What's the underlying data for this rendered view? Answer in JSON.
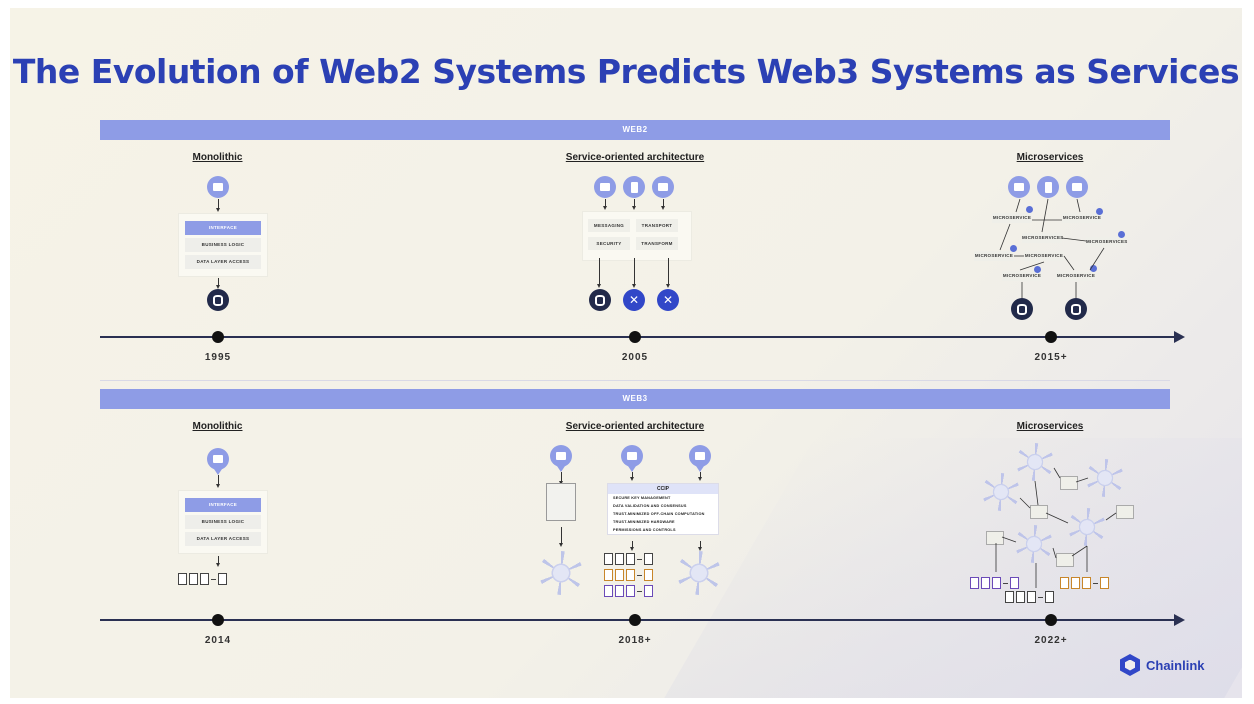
{
  "title": "The Evolution of Web2 Systems Predicts Web3 Systems as Services",
  "web2": {
    "band_label": "WEB2",
    "columns": [
      {
        "title": "Monolithic",
        "year": "1995"
      },
      {
        "title": "Service-oriented architecture",
        "year": "2005"
      },
      {
        "title": "Microservices",
        "year": "2015+"
      }
    ],
    "monolith_layers": [
      "INTERFACE",
      "BUSINESS LOGIC",
      "DATA LAYER ACCESS"
    ],
    "soa_boxes": [
      "MESSAGING",
      "TRANSPORT",
      "SECURITY",
      "TRANSFORM"
    ],
    "microservice_label": "MICROSERVICE",
    "microservices_label": "MICROSERVICES"
  },
  "web3": {
    "band_label": "WEB3",
    "columns": [
      {
        "title": "Monolithic",
        "year": "2014"
      },
      {
        "title": "Service-oriented architecture",
        "year": "2018+"
      },
      {
        "title": "Microservices",
        "year": "2022+"
      }
    ],
    "monolith_layers": [
      "INTERFACE",
      "BUSINESS LOGIC",
      "DATA LAYER ACCESS"
    ],
    "ccip": {
      "header": "CCIP",
      "items": [
        "SECURE KEY MANAGEMENT",
        "DATA VALIDATION AND CONSENSUS",
        "TRUST-MINIMIZED OFF-CHAIN COMPUTATION",
        "TRUST-MINIMIZED HARDWARE",
        "PERMISSIONS AND CONTROLS"
      ]
    }
  },
  "icons": [
    "monitor-icon",
    "phone-icon",
    "tablet-icon",
    "database-icon",
    "tools-icon",
    "network-icon",
    "document-icon"
  ],
  "colors": {
    "title": "#2b40b4",
    "band": "#8e9ce6",
    "axis": "#2a3052",
    "accent": "#3147c8"
  },
  "brand": {
    "name": "Chainlink"
  }
}
